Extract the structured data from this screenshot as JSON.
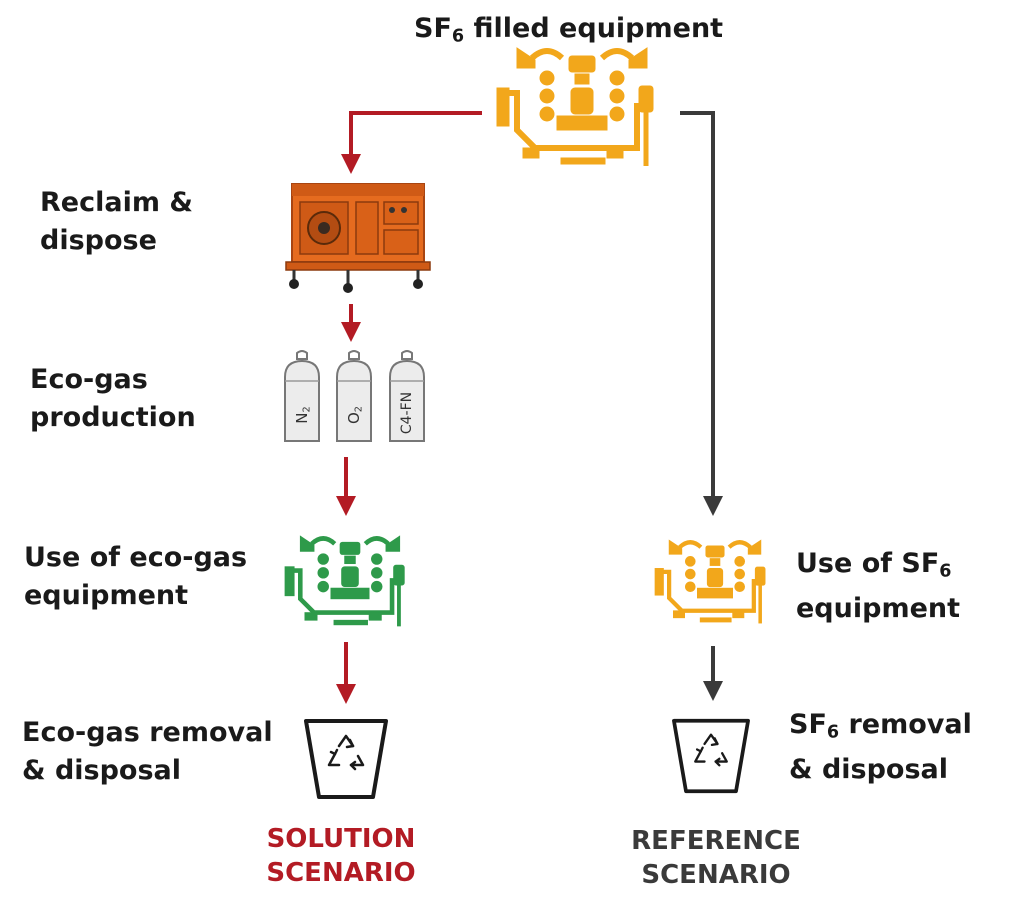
{
  "title": {
    "pre": "SF",
    "sub": "6",
    "post": " filled equipment"
  },
  "solution": {
    "reclaim": [
      "Reclaim &",
      "dispose"
    ],
    "production": [
      "Eco-gas",
      "production"
    ],
    "use": [
      "Use of eco-gas",
      "equipment"
    ],
    "removal": [
      "Eco-gas removal",
      "& disposal"
    ],
    "scenario": [
      "SOLUTION",
      "SCENARIO"
    ]
  },
  "reference": {
    "use": {
      "l1_pre": "Use of SF",
      "l1_sub": "6",
      "l2": "equipment"
    },
    "removal": {
      "l1_pre": "SF",
      "l1_sub": "6",
      "l1_post": " removal",
      "l2": "& disposal"
    },
    "scenario": [
      "REFERENCE",
      "SCENARIO"
    ]
  },
  "cylinders": [
    "N",
    "O",
    "C4-FN"
  ],
  "cylinder_subs": [
    "2",
    "2",
    ""
  ],
  "colors": {
    "solution_arrow": "#b31b24",
    "reference_arrow": "#3a3a3a",
    "sf6_equipment": "#f2a71b",
    "eco_equipment": "#2e9a4a",
    "reclaim_machine": "#e56b1f",
    "solution_text": "#b31b24",
    "reference_text": "#3a3a3a"
  },
  "icons": {
    "equipment": "switchgear-icon",
    "reclaim": "gas-reclaim-cart-icon",
    "cylinder": "gas-cylinder-icon",
    "bin": "recycle-bin-icon"
  }
}
